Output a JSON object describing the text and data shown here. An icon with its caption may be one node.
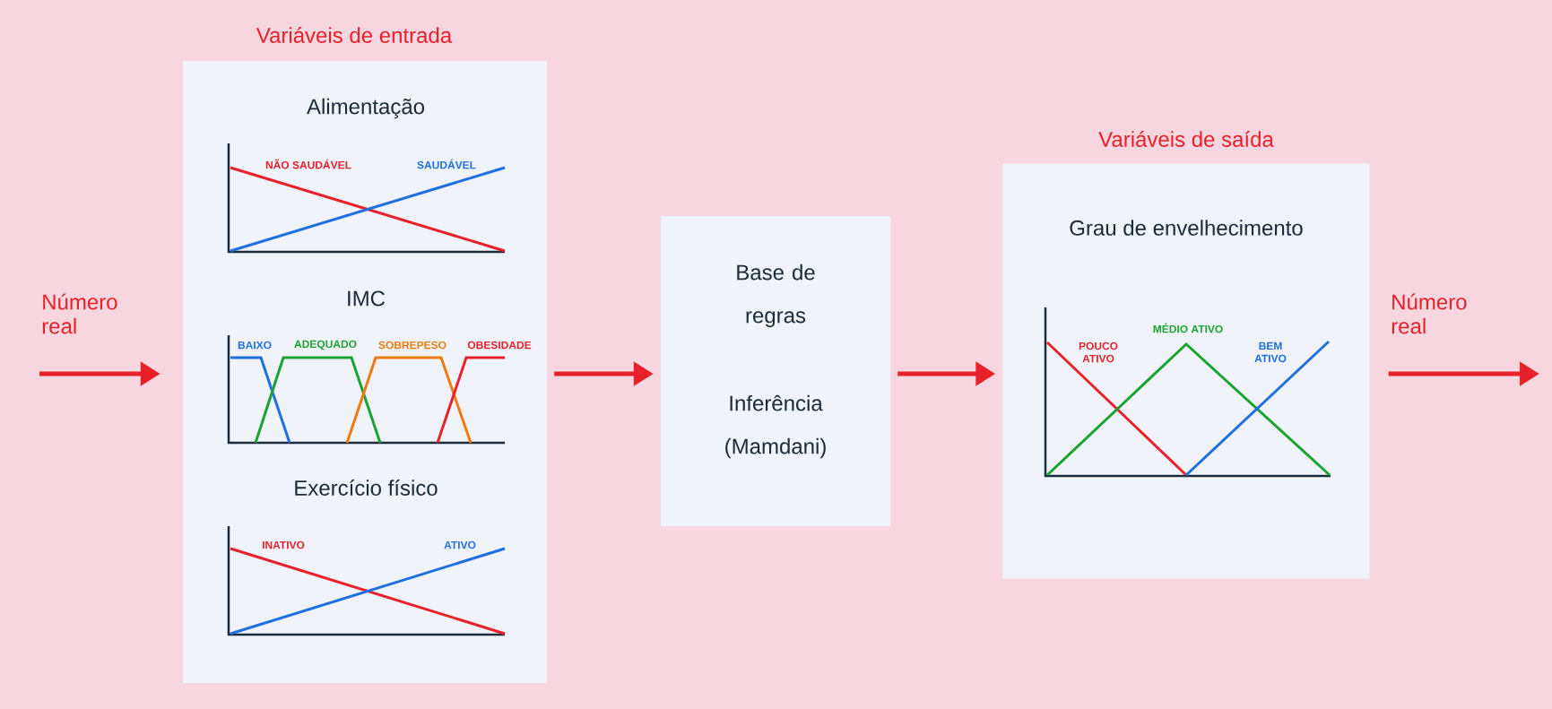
{
  "diagram": {
    "nodes": [
      {
        "text": [
          "Variáveis de entrada",
          "Alimentação",
          "IMC",
          "Exercício físico"
        ]
      },
      {
        "text": [
          "Base de regras",
          "Inferência (Mamdani)"
        ]
      },
      {
        "text": [
          "Variáveis de saída",
          "Grau de envelhecimento"
        ]
      }
    ],
    "edges": [
      {
        "from": null,
        "to": 0,
        "arrow": "to",
        "label": "Número real"
      },
      {
        "from": 0,
        "to": 1,
        "arrow": "to"
      },
      {
        "from": 1,
        "to": 2,
        "arrow": "to"
      },
      {
        "from": 2,
        "to": null,
        "arrow": "to",
        "label": "Número real"
      }
    ],
    "labels": [
      "NÃO SAUDÁVEL",
      "SAUDÁVEL",
      "BAIXO",
      "ADEQUADO",
      "SOBREPESO",
      "OBESIDADE",
      "INATIVO",
      "ATIVO",
      "POUCO ATIVO",
      "MÉDIO ATIVO",
      "BEM ATIVO"
    ]
  }
}
